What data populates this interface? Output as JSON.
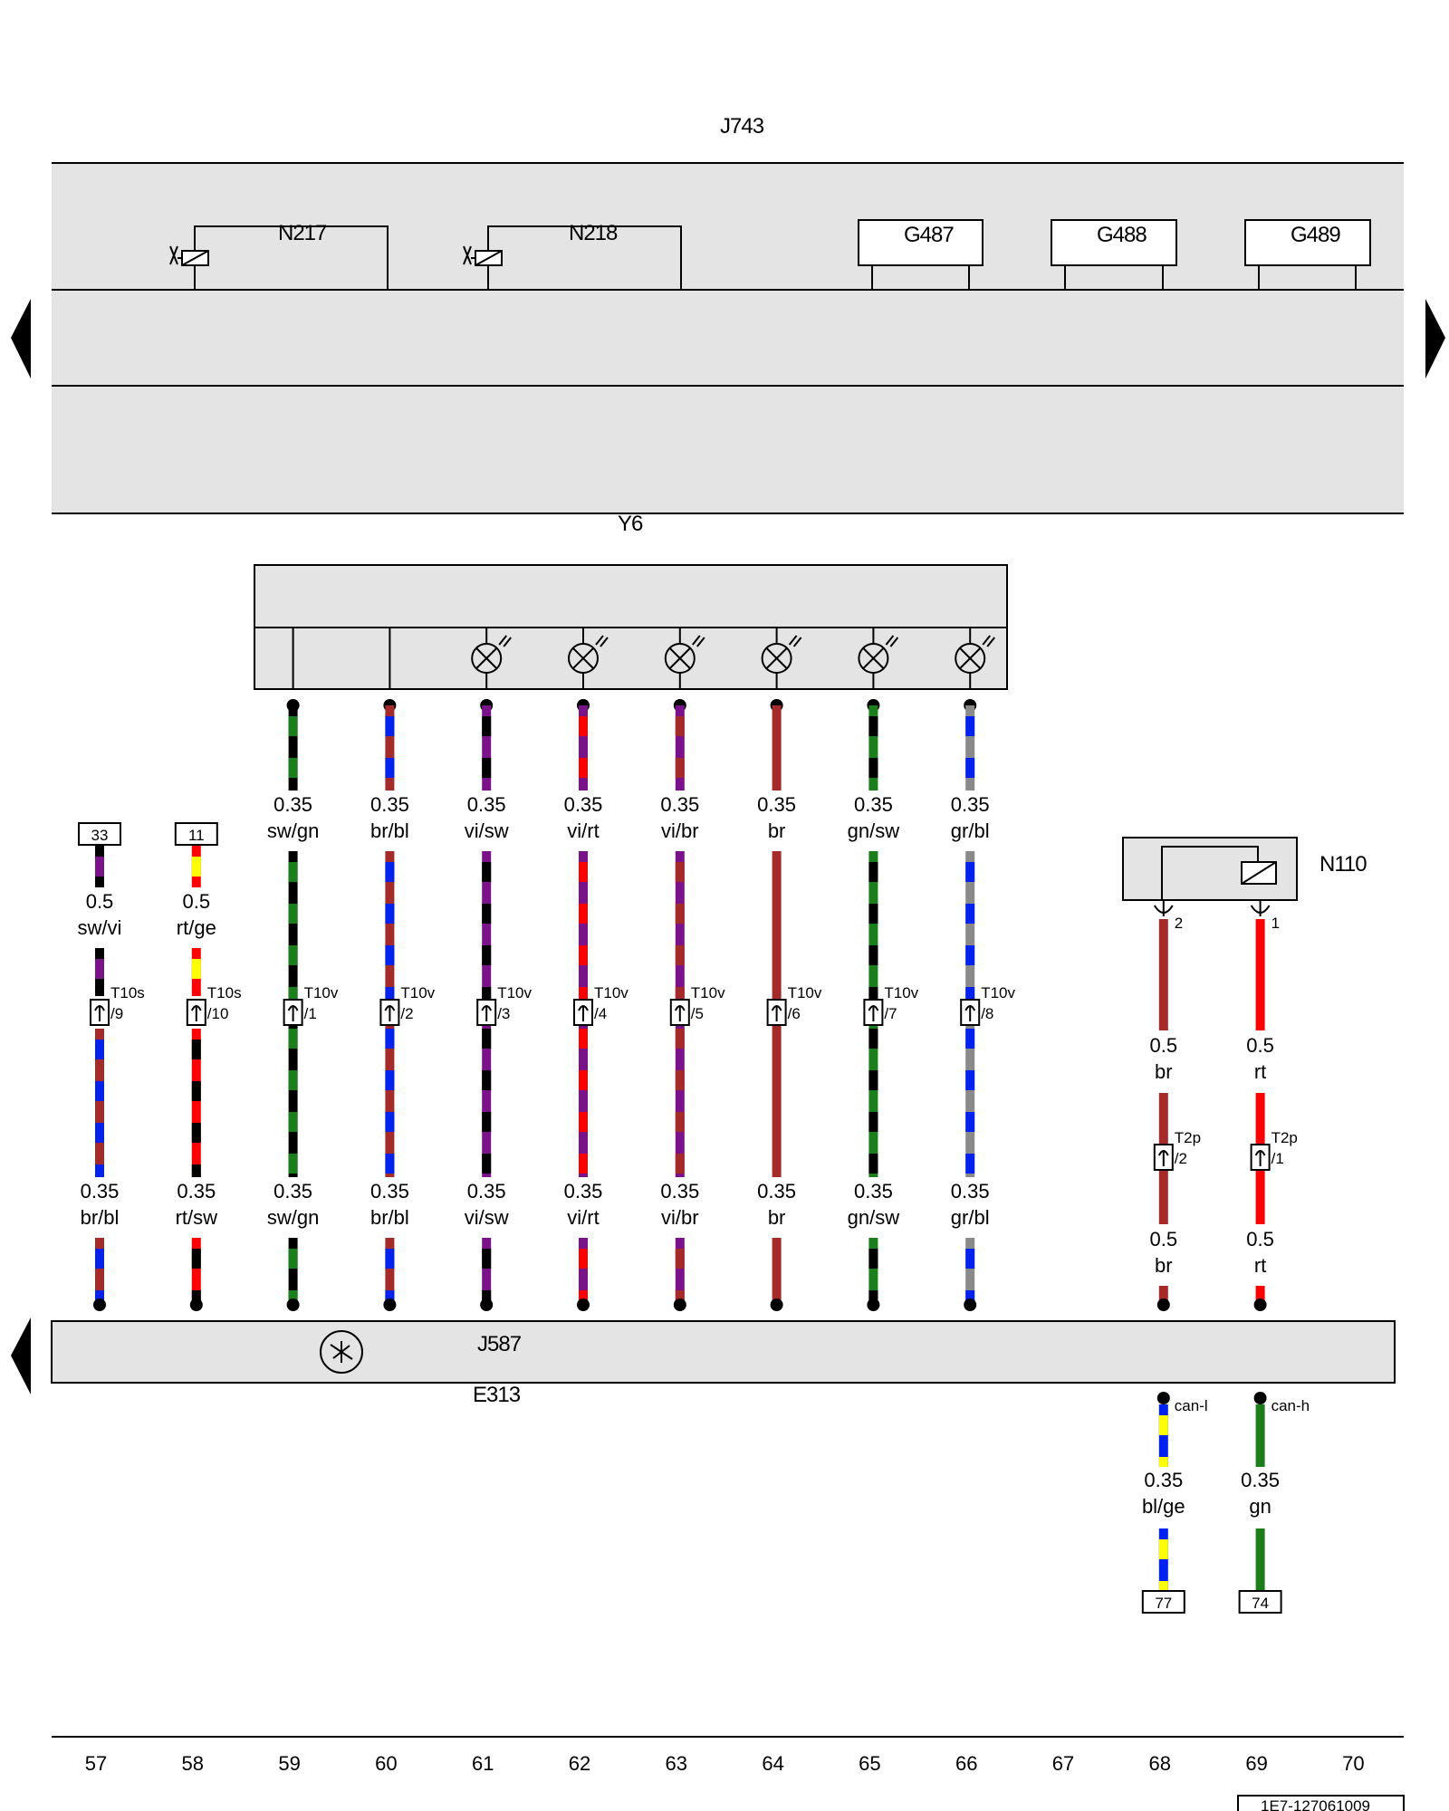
{
  "colors": {
    "sw": "#000000",
    "gn": "#1a7f1a",
    "br": "#a52a2a",
    "bl": "#0022ee",
    "vi": "#7a128a",
    "rt": "#ff0000",
    "gr": "#8a8a8a",
    "ge": "#ffff00",
    "panel": "#e4e4e4"
  },
  "components": {
    "j743": "J743",
    "y6": "Y6",
    "j587": "J587",
    "e313": "E313",
    "n110": "N110",
    "internal": [
      {
        "id": "N217",
        "type": "valve"
      },
      {
        "id": "N218",
        "type": "valve"
      },
      {
        "id": "G487",
        "type": "sensor"
      },
      {
        "id": "G488",
        "type": "sensor"
      },
      {
        "id": "G489",
        "type": "sensor"
      }
    ]
  },
  "columns": [
    "57",
    "58",
    "59",
    "60",
    "61",
    "62",
    "63",
    "64",
    "65",
    "66",
    "67",
    "68",
    "69",
    "70"
  ],
  "refs": [
    "33",
    "11",
    "77",
    "74"
  ],
  "y6_wires": [
    {
      "col": 59,
      "size": "0.35",
      "code": "sw/gn",
      "lower_code": "sw/gn",
      "conn": "T10v",
      "pin": "/1",
      "lamp": false
    },
    {
      "col": 60,
      "size": "0.35",
      "code": "br/bl",
      "lower_code": "br/bl",
      "conn": "T10v",
      "pin": "/2",
      "lamp": false
    },
    {
      "col": 61,
      "size": "0.35",
      "code": "vi/sw",
      "lower_code": "vi/sw",
      "conn": "T10v",
      "pin": "/3",
      "lamp": true
    },
    {
      "col": 62,
      "size": "0.35",
      "code": "vi/rt",
      "lower_code": "vi/rt",
      "conn": "T10v",
      "pin": "/4",
      "lamp": true
    },
    {
      "col": 63,
      "size": "0.35",
      "code": "vi/br",
      "lower_code": "vi/br",
      "conn": "T10v",
      "pin": "/5",
      "lamp": true
    },
    {
      "col": 64,
      "size": "0.35",
      "code": "br",
      "lower_code": "br",
      "conn": "T10v",
      "pin": "/6",
      "lamp": true
    },
    {
      "col": 65,
      "size": "0.35",
      "code": "gn/sw",
      "lower_code": "gn/sw",
      "conn": "T10v",
      "pin": "/7",
      "lamp": true
    },
    {
      "col": 66,
      "size": "0.35",
      "code": "gr/bl",
      "lower_code": "gr/bl",
      "conn": "T10v",
      "pin": "/8",
      "lamp": true
    }
  ],
  "ref_wires": [
    {
      "col": 57,
      "ref": "33",
      "size": "0.5",
      "code": "sw/vi",
      "lower_size": "0.35",
      "lower_code": "br/bl",
      "conn": "T10s",
      "pin": "/9"
    },
    {
      "col": 58,
      "ref": "11",
      "size": "0.5",
      "code": "rt/ge",
      "lower_size": "0.35",
      "lower_code": "rt/sw",
      "conn": "T10s",
      "pin": "/10"
    }
  ],
  "n110_wires": [
    {
      "col": 68,
      "pin_n110": "2",
      "size": "0.5",
      "code": "br",
      "conn": "T2p",
      "pin": "/2",
      "lower_size": "0.5",
      "lower_code": "br"
    },
    {
      "col": 69,
      "pin_n110": "1",
      "size": "0.5",
      "code": "rt",
      "conn": "T2p",
      "pin": "/1",
      "lower_size": "0.5",
      "lower_code": "rt"
    }
  ],
  "can_wires": [
    {
      "col": 68,
      "signal": "can-l",
      "size": "0.35",
      "code": "bl/ge",
      "ref": "77"
    },
    {
      "col": 69,
      "signal": "can-h",
      "size": "0.35",
      "code": "gn",
      "ref": "74"
    }
  ],
  "footer_code": "1E7-127061009"
}
